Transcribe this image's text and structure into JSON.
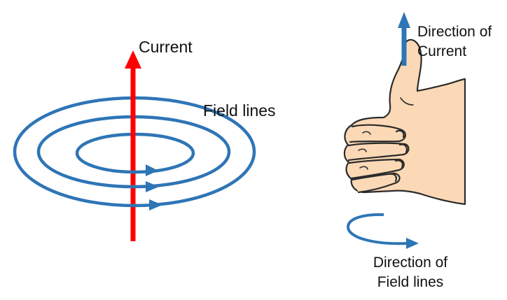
{
  "labels": {
    "current": "Current",
    "field_lines": "Field lines",
    "direction_of_current": [
      "Direction of",
      "Current"
    ],
    "direction_of_field_lines": [
      "Direction of",
      "Field lines"
    ]
  },
  "colors": {
    "wire": "#ff0000",
    "field_line": "#2e75b6",
    "skin": "#fcd9b6",
    "outline": "#2b2b2b",
    "text": "#111111"
  },
  "icons": {
    "hand": "thumbs-up-hand-icon"
  }
}
